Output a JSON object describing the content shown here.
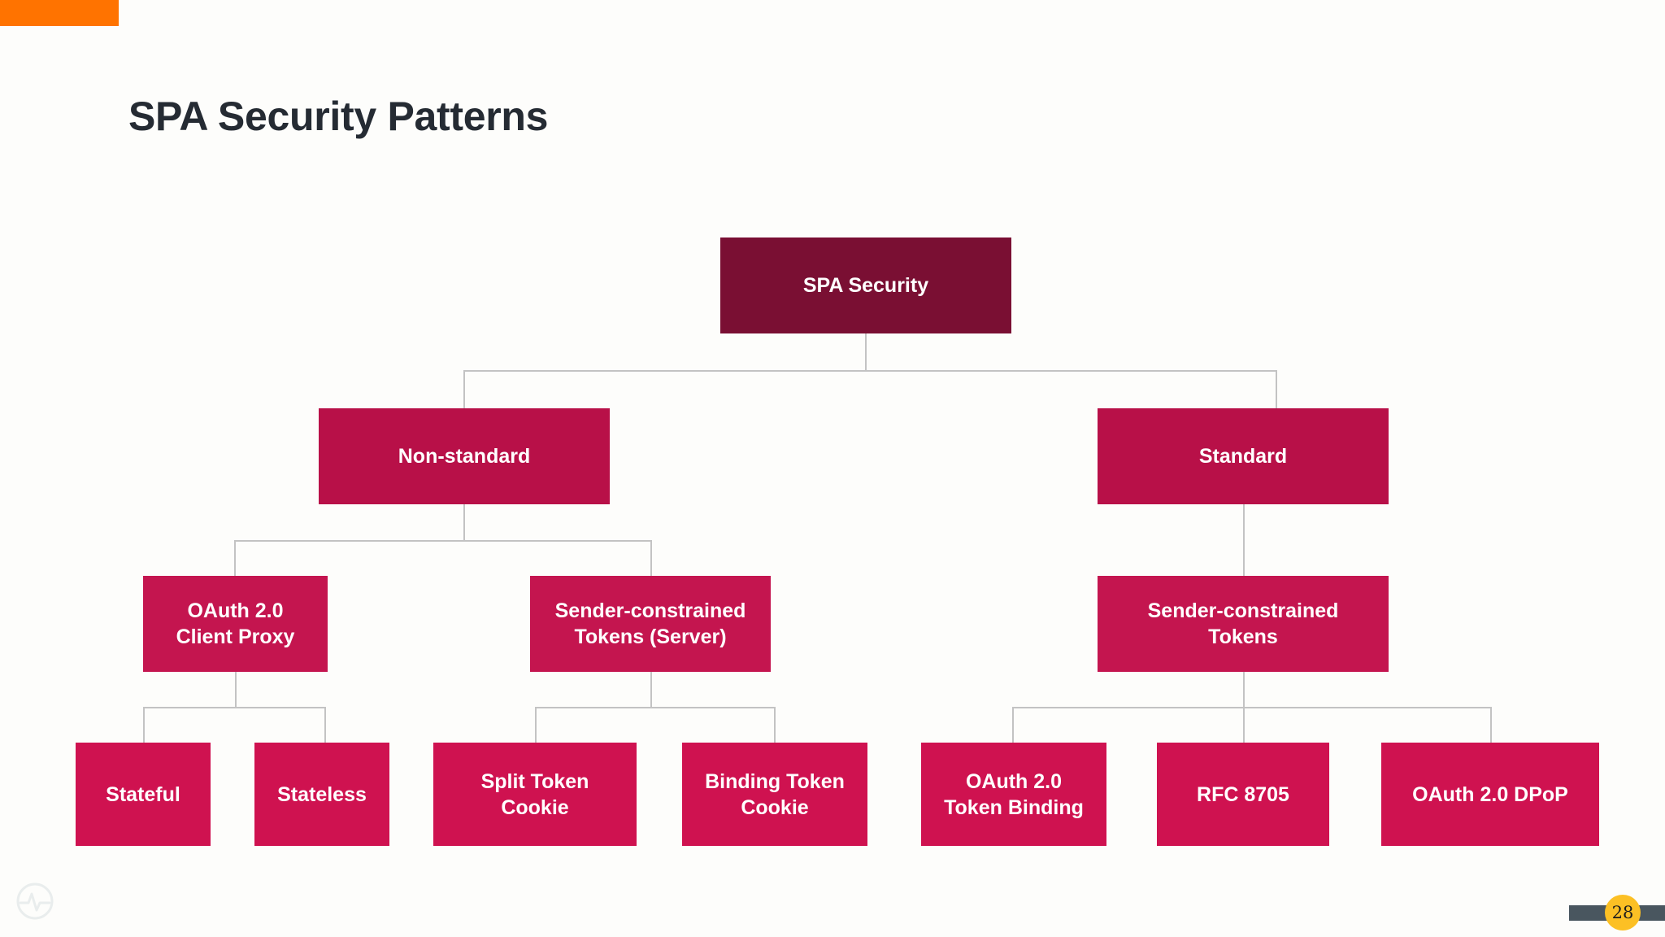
{
  "slide": {
    "title": "SPA Security Patterns",
    "page_number": "28",
    "accent_color": "#ff7300",
    "title_color": "#252b33",
    "background_color": "#fdfdfb",
    "connector_color": "#c3c3c3",
    "page_bar_color": "#49565f",
    "page_circle_color": "#fcc024",
    "logo_icon": "pulse-circle-logo-icon"
  },
  "diagram_data": {
    "type": "tree",
    "orientation": "top-down",
    "levels": 4,
    "node_colors": {
      "root": "#7a0f33",
      "level2": "#b81048",
      "level3": "#c4154f",
      "level4": "#cf1250"
    },
    "nodes": {
      "root": {
        "label": "SPA Security",
        "level": 1
      },
      "l2_left": {
        "label": "Non-standard",
        "level": 2
      },
      "l2_right": {
        "label": "Standard",
        "level": 2
      },
      "l3_a": {
        "label": "OAuth 2.0\nClient Proxy",
        "line1": "OAuth 2.0",
        "line2": "Client Proxy",
        "level": 3
      },
      "l3_b": {
        "label": "Sender-constrained\nTokens (Server)",
        "line1": "Sender-constrained",
        "line2": "Tokens (Server)",
        "level": 3
      },
      "l3_c": {
        "label": "Sender-constrained\nTokens",
        "line1": "Sender-constrained",
        "line2": "Tokens",
        "level": 3
      },
      "l4_a": {
        "label": "Stateful",
        "level": 4
      },
      "l4_b": {
        "label": "Stateless",
        "level": 4
      },
      "l4_c": {
        "label": "Split Token\nCookie",
        "line1": "Split Token",
        "line2": "Cookie",
        "level": 4
      },
      "l4_d": {
        "label": "Binding Token\nCookie",
        "line1": "Binding Token",
        "line2": "Cookie",
        "level": 4
      },
      "l4_e": {
        "label": "OAuth 2.0\nToken Binding",
        "line1": "OAuth 2.0",
        "line2": "Token Binding",
        "level": 4
      },
      "l4_f": {
        "label": "RFC 8705",
        "level": 4
      },
      "l4_g": {
        "label": "OAuth 2.0 DPoP",
        "level": 4
      }
    },
    "edges": [
      {
        "from": "root",
        "to": "l2_left"
      },
      {
        "from": "root",
        "to": "l2_right"
      },
      {
        "from": "l2_left",
        "to": "l3_a"
      },
      {
        "from": "l2_left",
        "to": "l3_b"
      },
      {
        "from": "l2_right",
        "to": "l3_c"
      },
      {
        "from": "l3_a",
        "to": "l4_a"
      },
      {
        "from": "l3_a",
        "to": "l4_b"
      },
      {
        "from": "l3_b",
        "to": "l4_c"
      },
      {
        "from": "l3_b",
        "to": "l4_d"
      },
      {
        "from": "l3_c",
        "to": "l4_e"
      },
      {
        "from": "l3_c",
        "to": "l4_f"
      },
      {
        "from": "l3_c",
        "to": "l4_g"
      }
    ]
  }
}
